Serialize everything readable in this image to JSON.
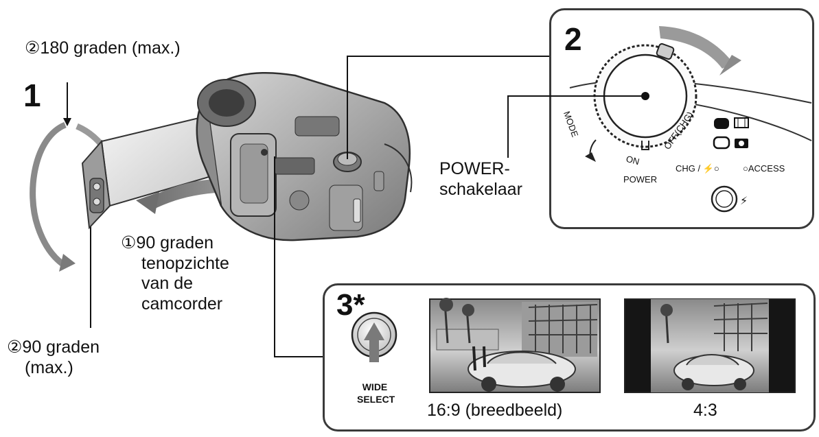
{
  "step1": {
    "number": "1",
    "rotate_180": "②180 graden (max.)",
    "open_90_lines": [
      "①90 graden",
      "tenopzichte",
      "van de",
      "camcorder"
    ],
    "rotate_90_lines": [
      "②90 graden",
      "(max.)"
    ]
  },
  "step2": {
    "number": "2",
    "power_switch_lines": [
      "POWER-",
      "schakelaar"
    ],
    "dial": {
      "mode": "MODE",
      "on": "ON",
      "off_chg": "OFF(CHG)",
      "power": "POWER",
      "chg_lamp": "CHG / ⚡○",
      "access_lamp": "○ACCESS"
    }
  },
  "step3": {
    "number": "3*",
    "button_lines": [
      "WIDE",
      "SELECT"
    ],
    "wide_caption": "16:9 (breedbeeld)",
    "standard_caption": "4:3"
  }
}
